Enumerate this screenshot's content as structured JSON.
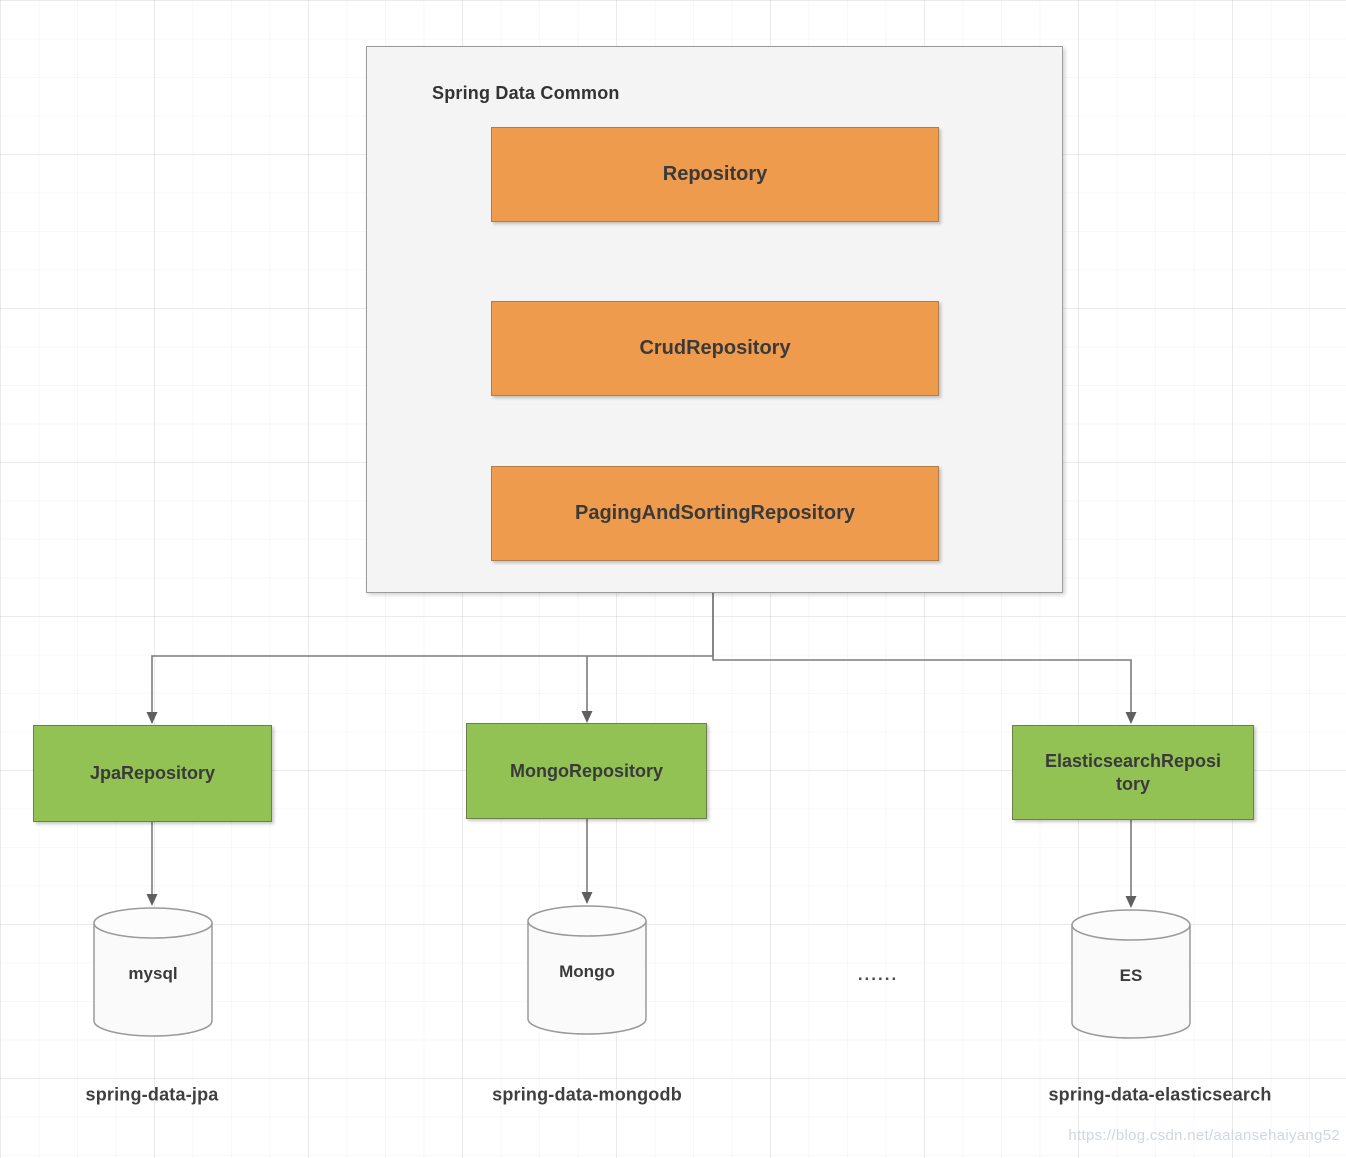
{
  "diagram": {
    "group": {
      "title": "Spring Data Common"
    },
    "common_boxes": [
      {
        "label": "Repository"
      },
      {
        "label": "CrudRepository"
      },
      {
        "label": "PagingAndSortingRepository"
      }
    ],
    "module_boxes": [
      {
        "label": "JpaRepository"
      },
      {
        "label": "MongoRepository"
      },
      {
        "label": "ElasticsearchRepository"
      }
    ],
    "databases": [
      {
        "label": "mysql"
      },
      {
        "label": "Mongo"
      },
      {
        "label": "ES"
      }
    ],
    "ellipsis": "......",
    "footer_labels": [
      {
        "label": "spring-data-jpa"
      },
      {
        "label": "spring-data-mongodb"
      },
      {
        "label": "spring-data-elasticsearch"
      }
    ],
    "watermark": "https://blog.csdn.net/aalansehaiyang52",
    "colors": {
      "common_box_fill": "#EF9B4E",
      "common_box_border": "#AE7F4E",
      "module_box_fill": "#92C154",
      "module_box_border": "#6E7F4B",
      "group_fill": "#F4F4F4",
      "connector": "#7C7C7C",
      "text": "#3A3A3A"
    }
  }
}
